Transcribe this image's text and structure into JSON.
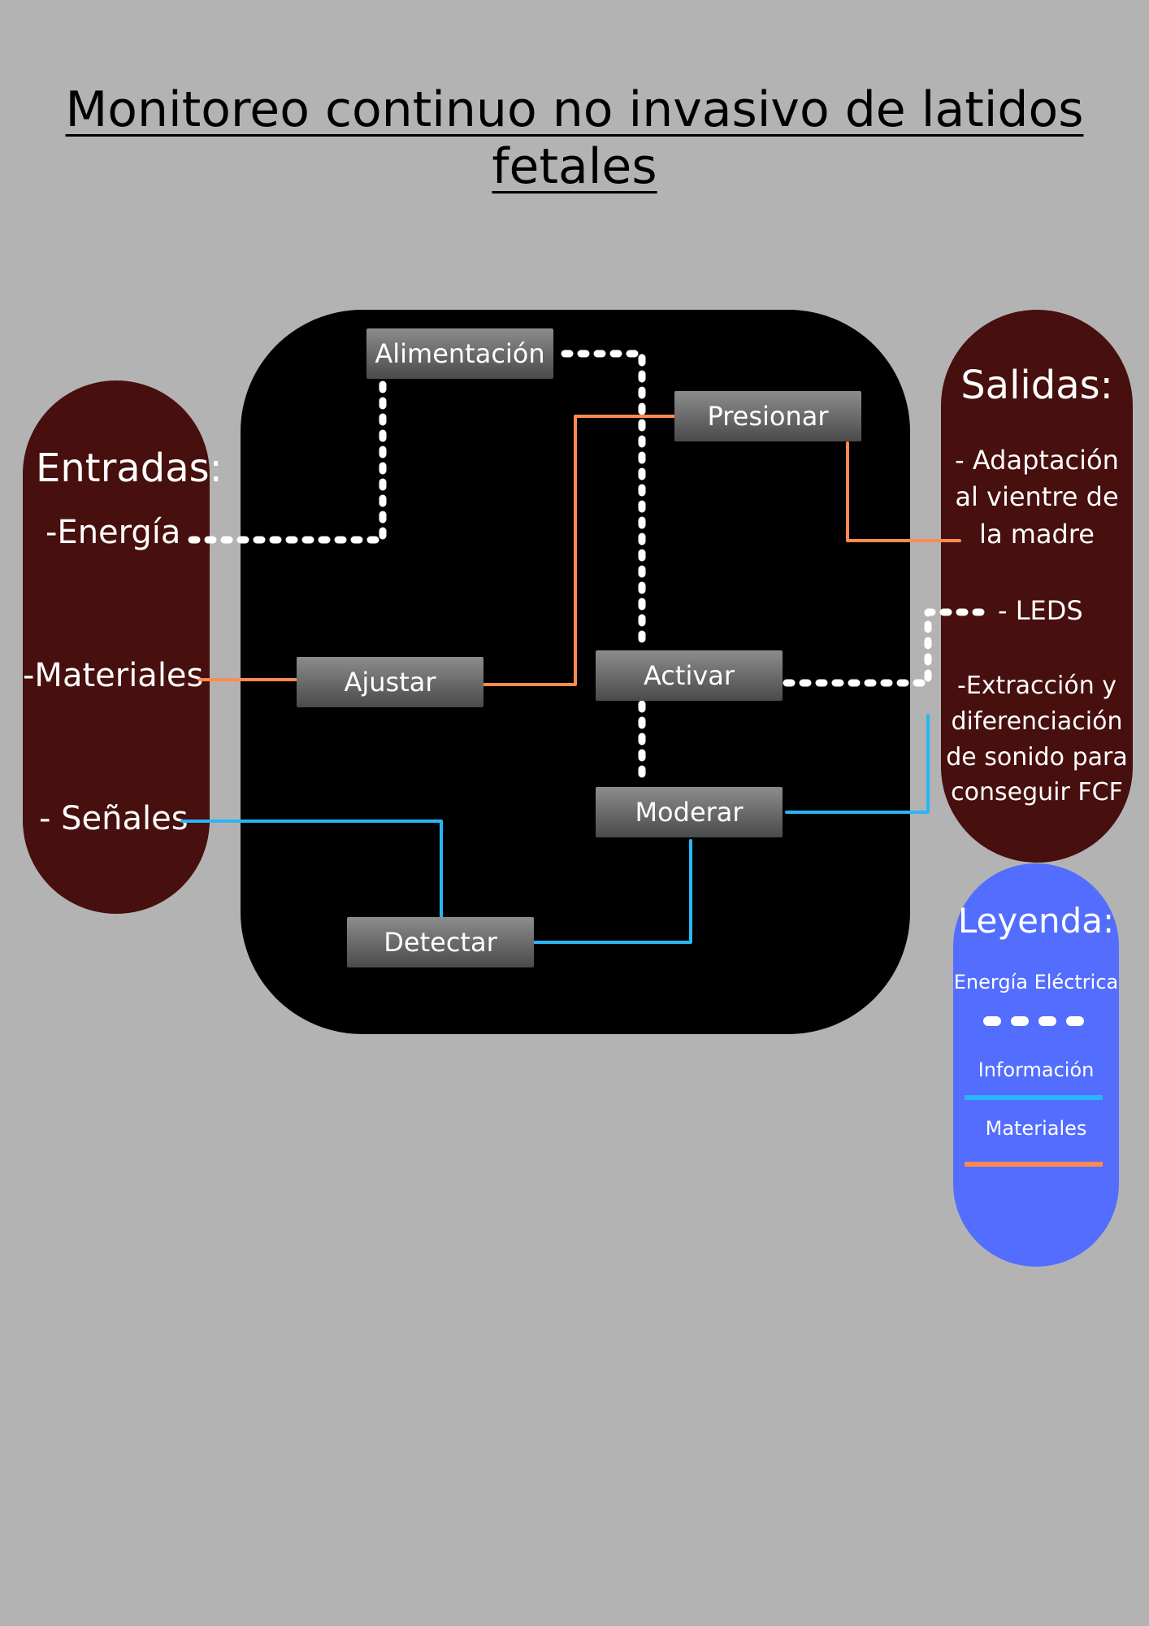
{
  "title": "Monitoreo continuo no invasivo de latidos fetales",
  "inputs": {
    "heading": "Entradas:",
    "energy": "-Energía",
    "materials": "-Materiales",
    "signals": "- Señales"
  },
  "outputs": {
    "heading": "Salidas:",
    "adaptation": "- Adaptación al vientre de la madre",
    "leds": "- LEDS",
    "extraction": "-Extracción y diferenciación de sonido para conseguir FCF"
  },
  "functions": {
    "alimentacion": "Alimentación",
    "presionar": "Presionar",
    "ajustar": "Ajustar",
    "activar": "Activar",
    "moderar": "Moderar",
    "detectar": "Detectar"
  },
  "legend": {
    "heading": "Leyenda:",
    "energy": "Energía Eléctrica",
    "information": "Información",
    "materials": "Materiales"
  },
  "colors": {
    "background": "#b3b3b3",
    "main_box": "#000000",
    "pill_dark_red": "#470f0d",
    "legend_blue": "#536dfe",
    "energy_flow": "#ffffff",
    "information_flow": "#29b6f6",
    "material_flow": "#ff8a50"
  }
}
